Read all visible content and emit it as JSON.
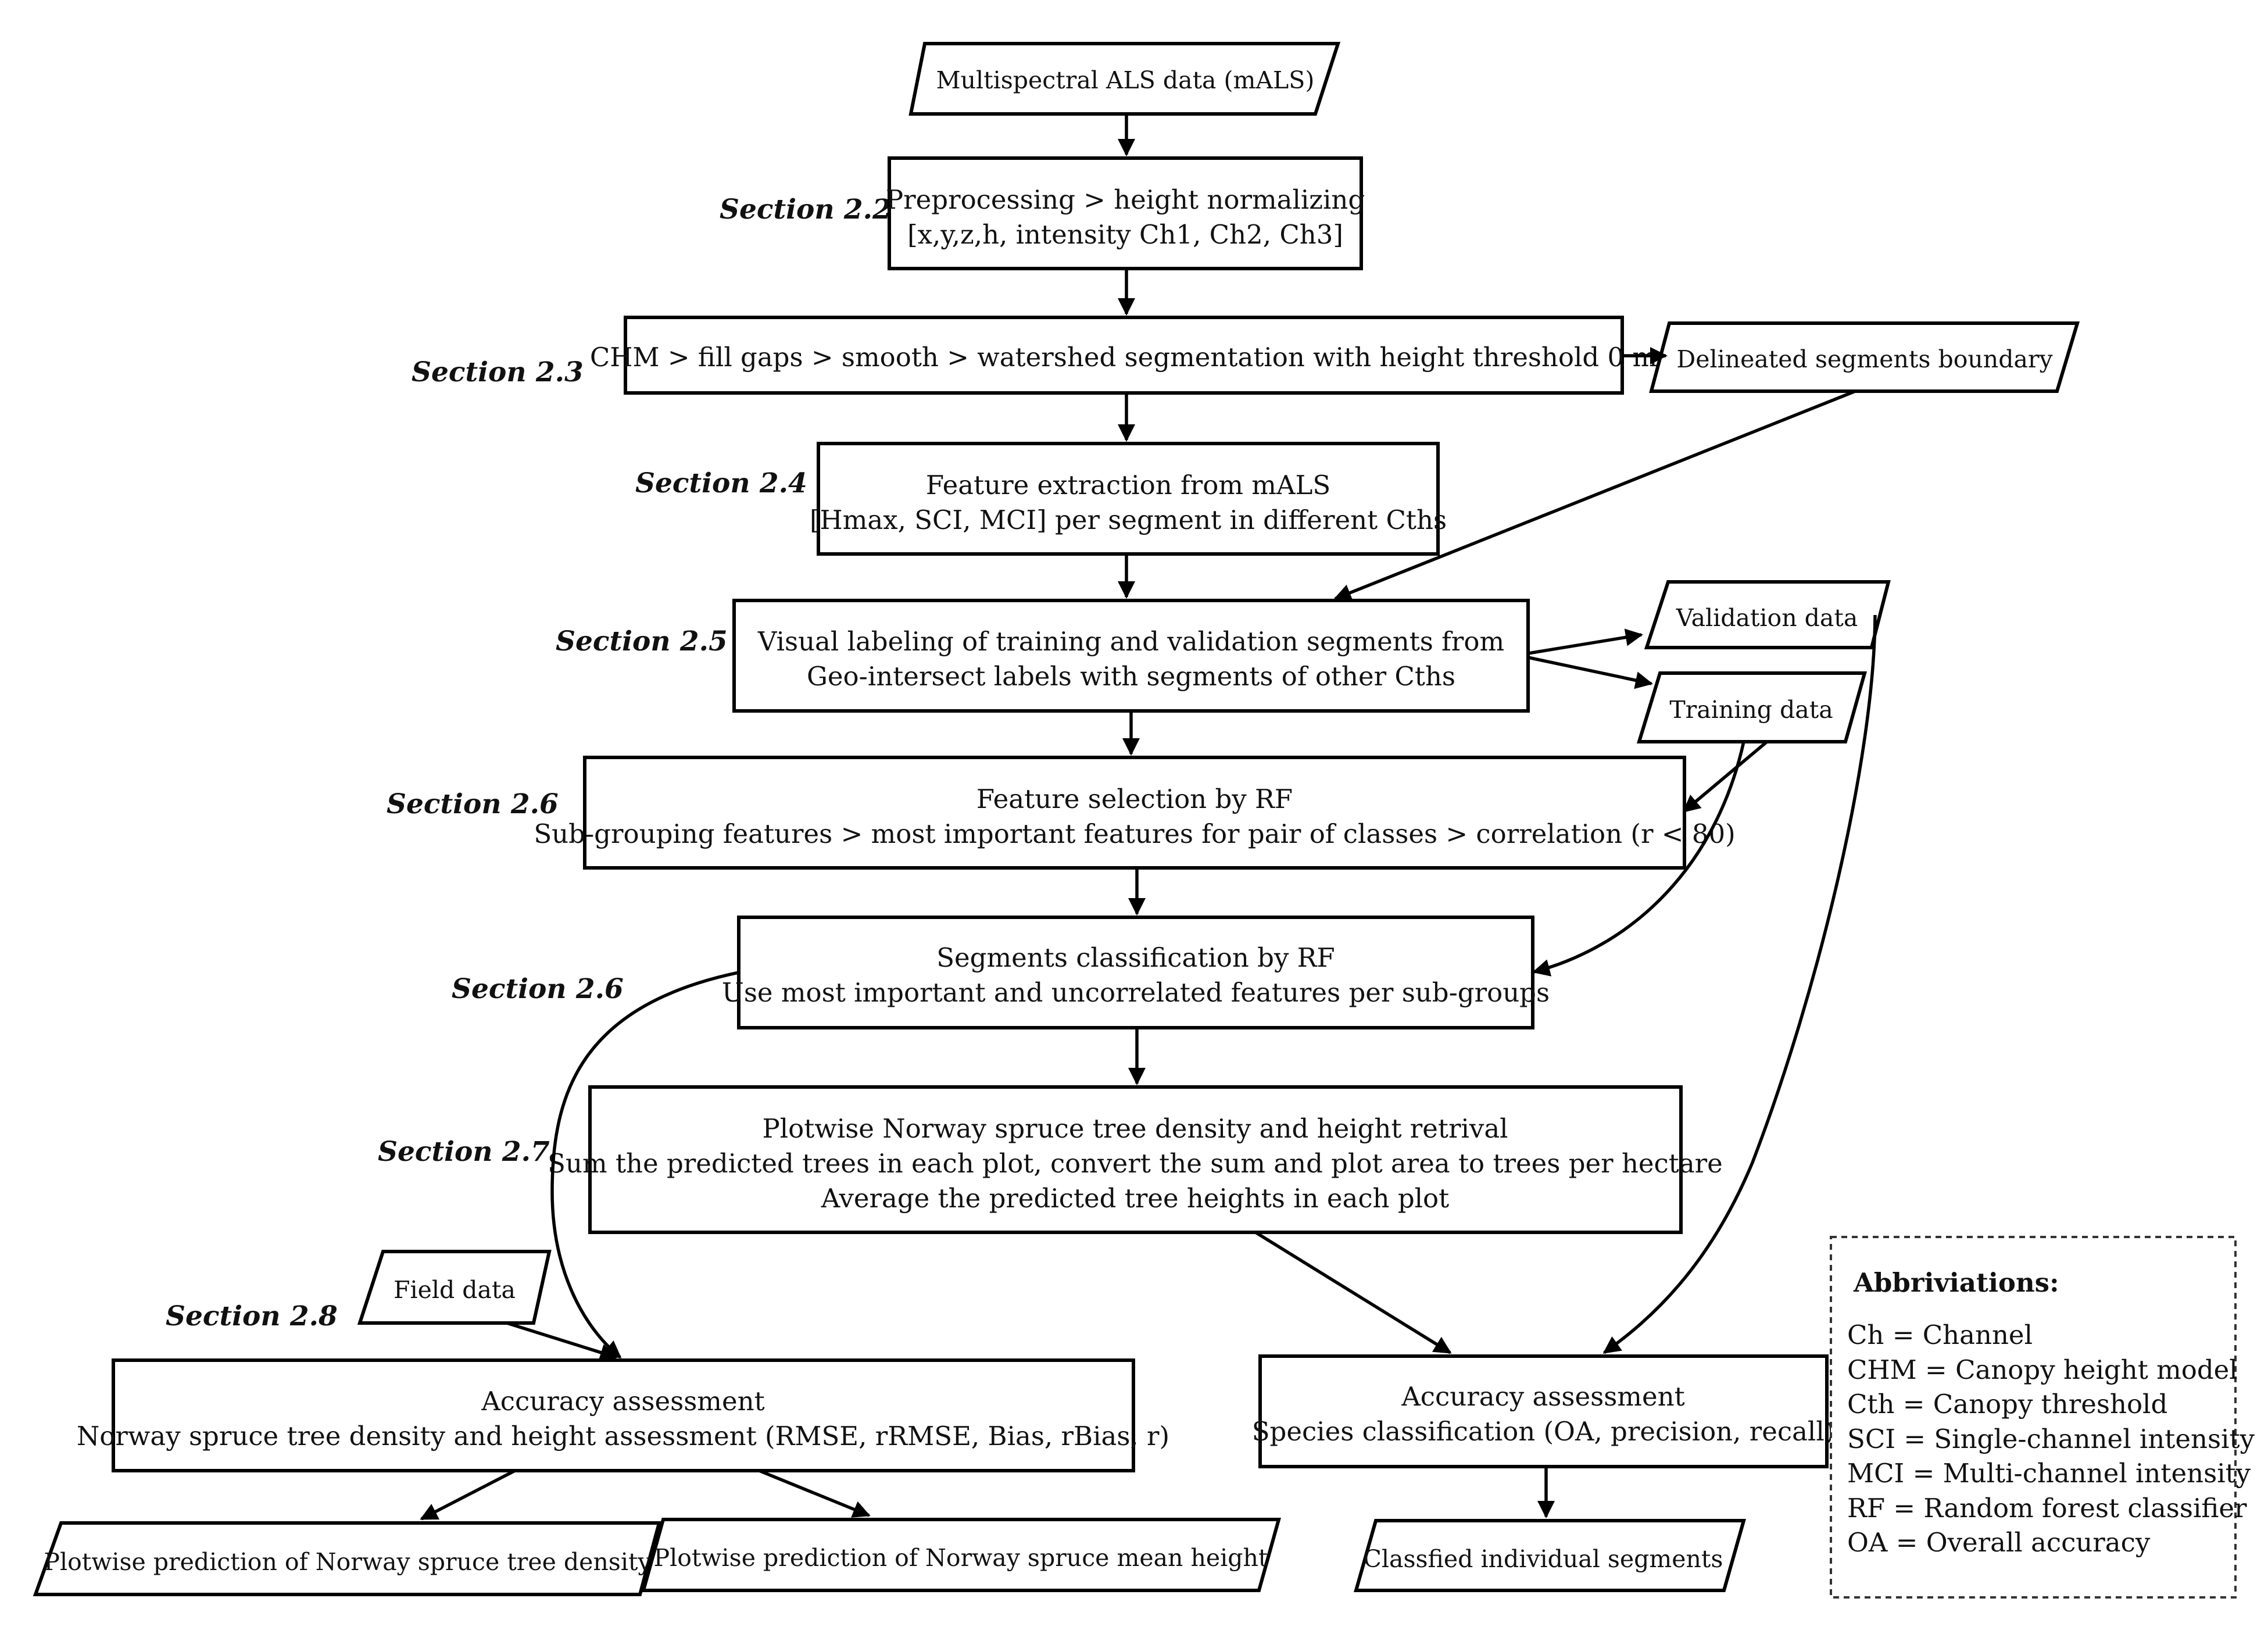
{
  "inputs": {
    "mals": "Multispectral ALS data (mALS)",
    "delineated": "Delineated segments boundary",
    "validation": "Validation data",
    "training": "Training data",
    "field": "Field data"
  },
  "steps": {
    "preprocess": [
      "Preprocessing > height normalizing",
      "[x,y,z,h, intensity Ch1, Ch2, Ch3]"
    ],
    "chm": [
      "CHM > fill gaps > smooth > watershed segmentation with height threshold 0 m"
    ],
    "feature_extraction": [
      "Feature extraction from mALS",
      "[Hmax, SCI, MCI] per segment in different Cths"
    ],
    "labeling": [
      "Visual labeling of training and validation segments from",
      "Geo-intersect labels with segments of other Cths"
    ],
    "feature_selection": [
      "Feature selection by RF",
      "Sub-grouping features > most important features for pair of classes > correlation (r < 80)"
    ],
    "classification": [
      "Segments classification by RF",
      "Use most important and uncorrelated features per sub-groups"
    ],
    "plotwise": [
      "Plotwise Norway spruce tree density and height retrival",
      "Sum the predicted trees in each plot, convert the sum and plot area to trees per hectare",
      "Average the predicted tree heights in each plot"
    ],
    "accuracy_left": [
      "Accuracy assessment",
      "Norway spruce tree density and height assessment (RMSE, rRMSE, Bias, rBias, r)"
    ],
    "accuracy_right": [
      "Accuracy assessment",
      "Species classification (OA, precision, recall)"
    ]
  },
  "outputs": {
    "density": "Plotwise prediction of Norway spruce tree density",
    "height": "Plotwise prediction of Norway spruce mean height",
    "classified": "Classfied individual segments"
  },
  "sections": {
    "s22": "Section 2.2",
    "s23": "Section 2.3",
    "s24": "Section 2.4",
    "s25": "Section 2.5",
    "s26a": "Section 2.6",
    "s26b": "Section 2.6",
    "s27": "Section 2.7",
    "s28": "Section 2.8"
  },
  "abbreviations": {
    "title": "Abbriviations:",
    "items": [
      "Ch = Channel",
      "CHM = Canopy height model",
      "Cth = Canopy threshold",
      "SCI = Single-channel intensity",
      "MCI = Multi-channel intensity",
      "RF = Random forest classifier",
      "OA = Overall accuracy"
    ]
  }
}
